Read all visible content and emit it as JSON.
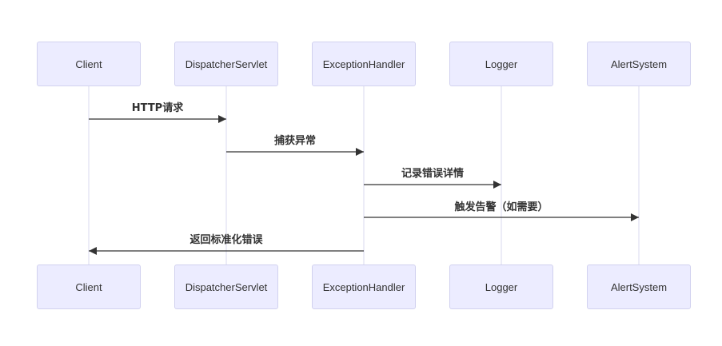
{
  "participants": [
    {
      "id": "client",
      "label": "Client"
    },
    {
      "id": "dispatcher",
      "label": "DispatcherServlet"
    },
    {
      "id": "exception",
      "label": "ExceptionHandler"
    },
    {
      "id": "logger",
      "label": "Logger"
    },
    {
      "id": "alert",
      "label": "AlertSystem"
    }
  ],
  "messages": [
    {
      "from": "client",
      "to": "dispatcher",
      "label": "HTTP请求"
    },
    {
      "from": "dispatcher",
      "to": "exception",
      "label": "捕获异常"
    },
    {
      "from": "exception",
      "to": "logger",
      "label": "记录错误详情"
    },
    {
      "from": "exception",
      "to": "alert",
      "label": "触发告警（如需要）"
    },
    {
      "from": "exception",
      "to": "client",
      "label": "返回标准化错误"
    }
  ],
  "colors": {
    "actor_fill": "#ececff",
    "actor_border": "#d1d1ef",
    "lifeline": "#d8d8ef",
    "arrow": "#333333"
  }
}
